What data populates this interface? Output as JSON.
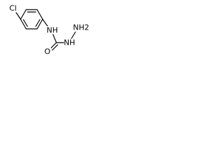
{
  "molecule": {
    "atoms": {
      "chlorine": "Cl",
      "amide_nh": "NH",
      "oxygen": "O",
      "hydrazine_nh": "NH",
      "terminal_amine": "NH2"
    }
  },
  "colors": {
    "bond": "#000000",
    "text": "#000000",
    "background": "#ffffff"
  }
}
